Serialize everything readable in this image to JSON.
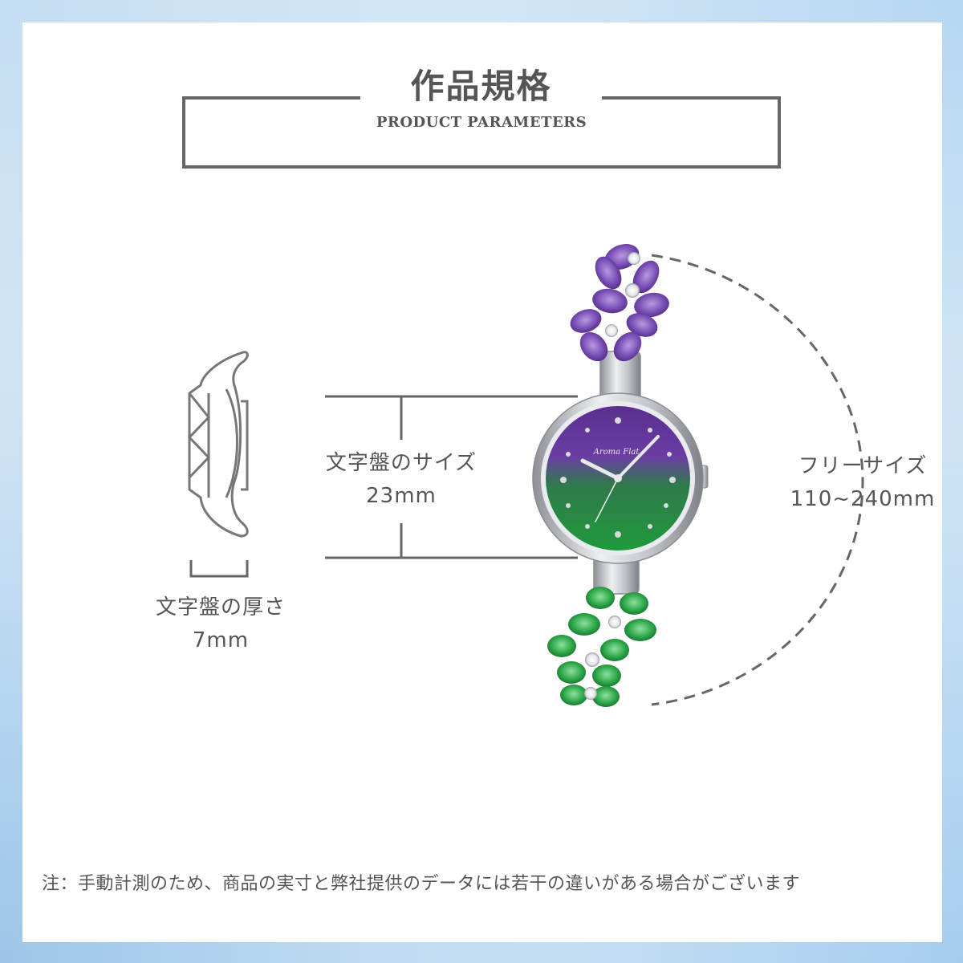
{
  "header": {
    "title_jp": "作品規格",
    "title_en": "PRODUCT PARAMETERS"
  },
  "dial_size": {
    "label": "文字盤のサイズ",
    "value": "23mm"
  },
  "band_size": {
    "label": "フリーサイズ",
    "value": "110~240mm"
  },
  "thickness": {
    "label": "文字盤の厚さ",
    "value": "7mm"
  },
  "watch": {
    "brand": "Aroma Flat",
    "colors": {
      "purple": "#6a3fa0",
      "green": "#1f9a3c",
      "silver": "#c9ccd1"
    }
  },
  "note": "注：手動計測のため、商品の実寸と弊社提供のデータには若干の違いがある場合がございます"
}
